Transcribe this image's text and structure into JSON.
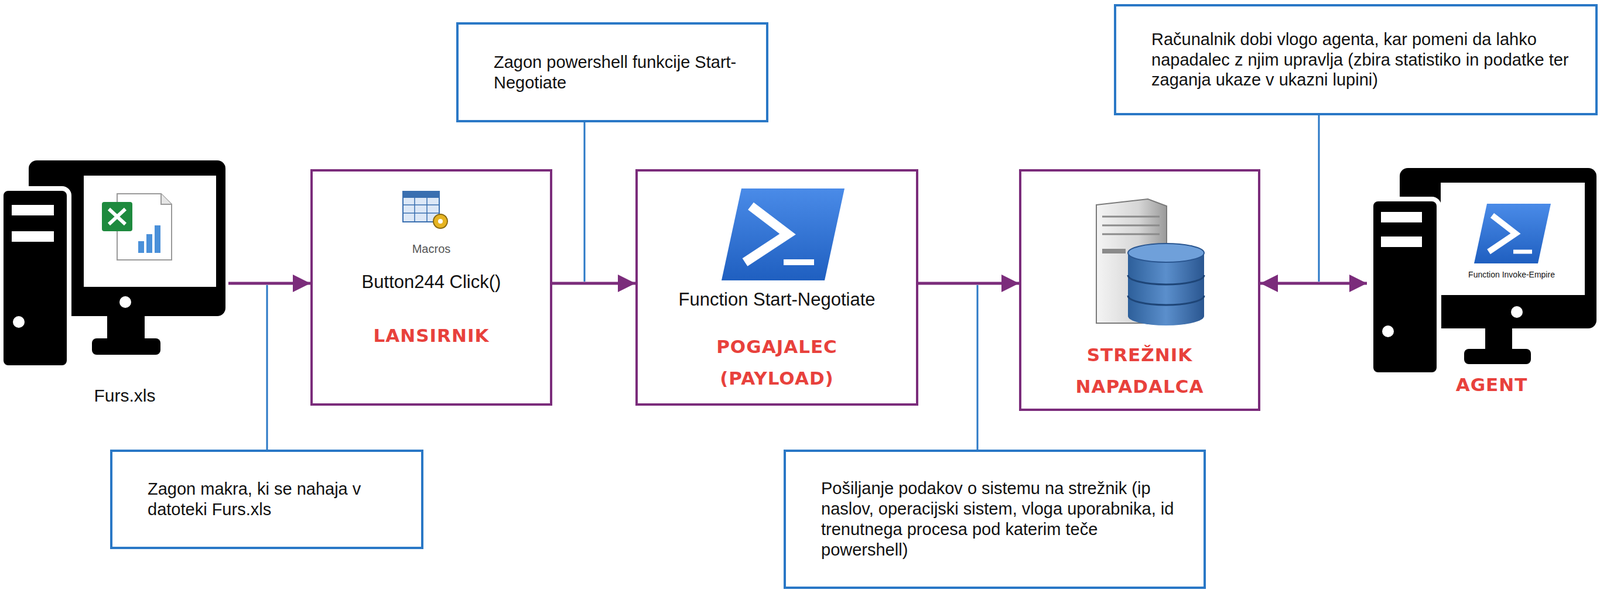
{
  "diagram": {
    "nodes": [
      {
        "text": [
          "Furs.xls"
        ]
      },
      {
        "text": [
          "Macros",
          "Button244 Click()",
          "LANSIRNIK"
        ]
      },
      {
        "text": [
          "Function Start-Negotiate",
          "POGAJALEC (PAYLOAD)"
        ]
      },
      {
        "text": [
          "STREŽNIK NAPADALCA"
        ]
      },
      {
        "text": [
          "Function Invoke-Empire",
          "AGENT"
        ]
      },
      {
        "text": [
          "Zagon makra, ki se nahaja v datoteki Furs.xls"
        ]
      },
      {
        "text": [
          "Zagon powershell funkcije Start-Negotiate"
        ]
      },
      {
        "text": [
          "Pošiljanje podakov o sistemu na strežnik (ip naslov, operacijski sistem, vloga uporabnika, id trenutnega procesa pod katerim teče powershell)"
        ]
      },
      {
        "text": [
          "Računalnik dobi vlogo agenta, kar pomeni da lahko napadalec z njim upravlja (zbira statistiko in podatke ter zaganja ukaze v ukazni lupini)"
        ]
      }
    ],
    "edges": [
      {
        "from": 0,
        "to": 1,
        "arrow": "to"
      },
      {
        "from": 1,
        "to": 2,
        "arrow": "to"
      },
      {
        "from": 2,
        "to": 3,
        "arrow": "to"
      },
      {
        "from": 3,
        "to": 4,
        "arrow": "both"
      }
    ]
  }
}
